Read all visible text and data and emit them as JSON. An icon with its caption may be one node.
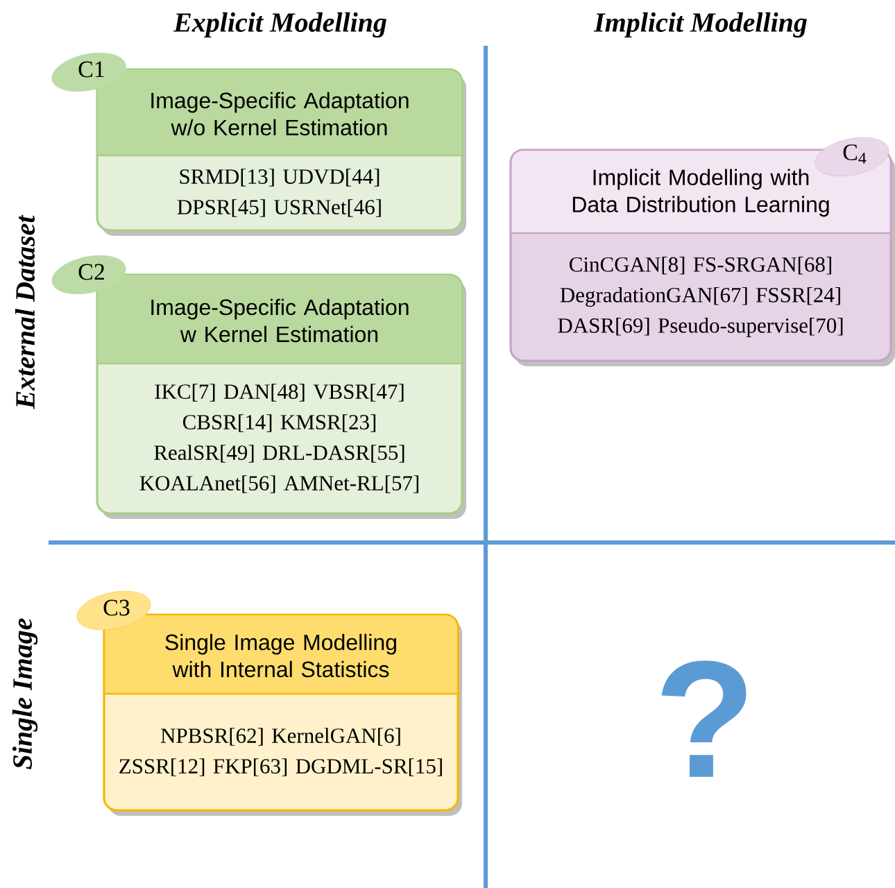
{
  "diagram": {
    "nodes": [
      {
        "text": [
          "C1"
        ]
      },
      {
        "text": [
          "Image-Specific Adaptation w/o Kernel Estimation",
          "SRMD[13] UDVD[44] DPSR[45] USRNet[46]"
        ]
      },
      {
        "text": [
          "C2"
        ]
      },
      {
        "text": [
          "Image-Specific Adaptation w Kernel Estimation",
          "IKC[7] DAN[48] VBSR[47] CBSR[14] KMSR[23] RealSR[49] DRL-DASR[55] KOALAnet[56] AMNet-RL[57]"
        ]
      },
      {
        "text": [
          "C$_{4}$"
        ]
      },
      {
        "text": [
          "Implicit Modelling with Data Distribution Learning",
          "CinCGAN[8] FS-SRGAN[68] DegradationGAN[67] FSSR[24] DASR[69] Pseudo-supervise[70]"
        ]
      },
      {
        "text": [
          "C3"
        ]
      },
      {
        "text": [
          "Single Image Modelling with Internal Statistics",
          "NPBSR[62] KernelGAN[6] ZSSR[12] FKP[63] DGDML-SR[15]"
        ]
      }
    ],
    "labels": [
      "Explicit Modelling",
      "Implicit Modelling",
      "External Dataset",
      "Single Image",
      "?"
    ]
  }
}
